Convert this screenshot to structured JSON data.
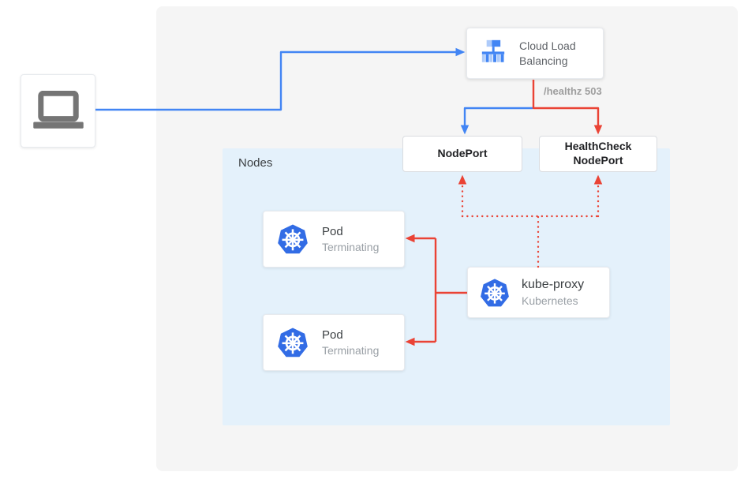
{
  "colors": {
    "line_blue": "#4285f4",
    "line_red": "#ea4335",
    "k8s_blue": "#326ce5",
    "lb_icon_blue": "#4285f4",
    "lb_icon_light_blue": "#aecbfa",
    "laptop_gray": "#757575",
    "outer_panel_bg": "#f5f5f5",
    "nodes_panel_bg": "#e4f1fb"
  },
  "icons": {
    "client": "laptop-icon",
    "load_balancer": "cloud-load-balancing-icon",
    "kubernetes": "kubernetes-wheel-icon"
  },
  "cloud_load_balancing": {
    "label": "Cloud Load Balancing"
  },
  "health_check_label": "/healthz 503",
  "nodes_panel": {
    "label": "Nodes"
  },
  "nodeport": {
    "label": "NodePort"
  },
  "healthcheck_nodeport": {
    "line1": "HealthCheck",
    "line2": "NodePort"
  },
  "pods": [
    {
      "title": "Pod",
      "status": "Terminating"
    },
    {
      "title": "Pod",
      "status": "Terminating"
    }
  ],
  "kube_proxy": {
    "title": "kube-proxy",
    "subtitle": "Kubernetes"
  }
}
